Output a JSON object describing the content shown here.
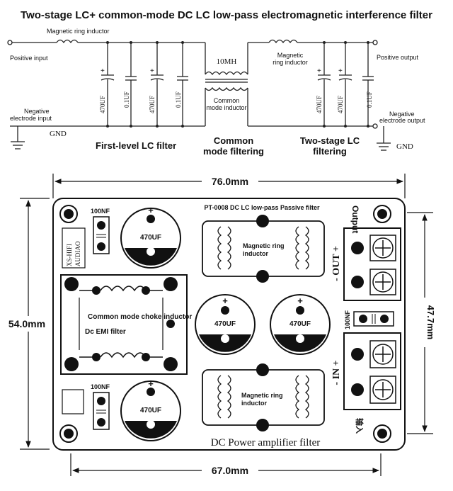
{
  "title": "Two-stage LC+ common-mode DC LC low-pass electromagnetic interference filter",
  "schematic": {
    "magnetic_ring_inductor_left": "Magnetic ring inductor",
    "positive_input": "Positive input",
    "negative_input_l1": "Negative",
    "negative_input_l2": "electrode input",
    "gnd_left": "GND",
    "cap_470": "470UF",
    "cap_01": "0.1UF",
    "choke_value": "10MH",
    "common_mode_inductor_l1": "Common",
    "common_mode_inductor_l2": "mode inductor",
    "magnetic_ring_inductor_right_l1": "Magnetic",
    "magnetic_ring_inductor_right_l2": "ring inductor",
    "positive_output": "Positive output",
    "negative_output_l1": "Negative",
    "negative_output_l2": "electrode output",
    "gnd_right": "GND",
    "first_level_caption": "First-level LC filter",
    "common_mode_caption_l1": "Common",
    "common_mode_caption_l2": "mode filtering",
    "two_stage_caption_l1": "Two-stage LC",
    "two_stage_caption_l2": "filtering"
  },
  "board": {
    "dim_width_top": "76.0mm",
    "dim_width_bottom": "67.0mm",
    "dim_height_left": "54.0mm",
    "dim_height_right": "47.7mm",
    "model_label": "PT-0008 DC LC low-pass Passive filter",
    "brand_l1": "XS-HIFI",
    "brand_l2": "AUDIAO",
    "cap_100nf_top": "100NF",
    "cap_100nf_bottom": "100NF",
    "cap_100nf_right": "100NF",
    "cap_470uf": "470UF",
    "plus": "+",
    "magnetic_ring_top_l1": "Magnetic ring",
    "magnetic_ring_top_l2": "inductor",
    "magnetic_ring_bottom_l1": "Magnetic ring",
    "magnetic_ring_bottom_l2": "inductor",
    "choke_label": "Common mode choke inductor",
    "emi_label": "Dc EMI filter",
    "output_label": "Output",
    "out_label": "- OUT +",
    "in_label": "- IN +",
    "input_cn": "输入",
    "footer": "DC Power amplifier filter"
  }
}
